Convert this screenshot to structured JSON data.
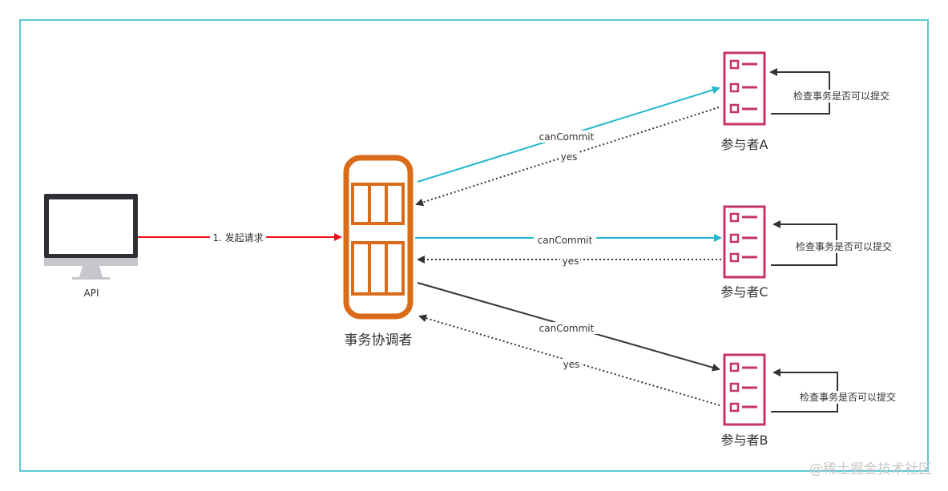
{
  "colors": {
    "frame": "#5bc8d4",
    "request_arrow": "#e8141a",
    "cyan_arrow": "#22b8cc",
    "dark_arrow": "#333333",
    "coordinator": "#d96b19",
    "participant": "#c7336a",
    "monitor_body": "#2f3035",
    "monitor_stand": "#c5c7cc"
  },
  "client": {
    "label": "API",
    "icon": "monitor-icon"
  },
  "request": {
    "label": "1. 发起请求"
  },
  "coordinator": {
    "label": "事务协调者",
    "icon": "server-rack-icon"
  },
  "participants": [
    {
      "id": "A",
      "label": "参与者A",
      "self_check": "检查事务是否可以提交",
      "ask": "canCommit",
      "reply": "yes",
      "icon": "checklist-icon"
    },
    {
      "id": "C",
      "label": "参与者C",
      "self_check": "检查事务是否可以提交",
      "ask": "canCommit",
      "reply": "yes",
      "icon": "checklist-icon"
    },
    {
      "id": "B",
      "label": "参与者B",
      "self_check": "检查事务是否可以提交",
      "ask": "canCommit",
      "reply": "yes",
      "icon": "checklist-icon"
    }
  ],
  "watermark": "@稀土掘金技术社区"
}
